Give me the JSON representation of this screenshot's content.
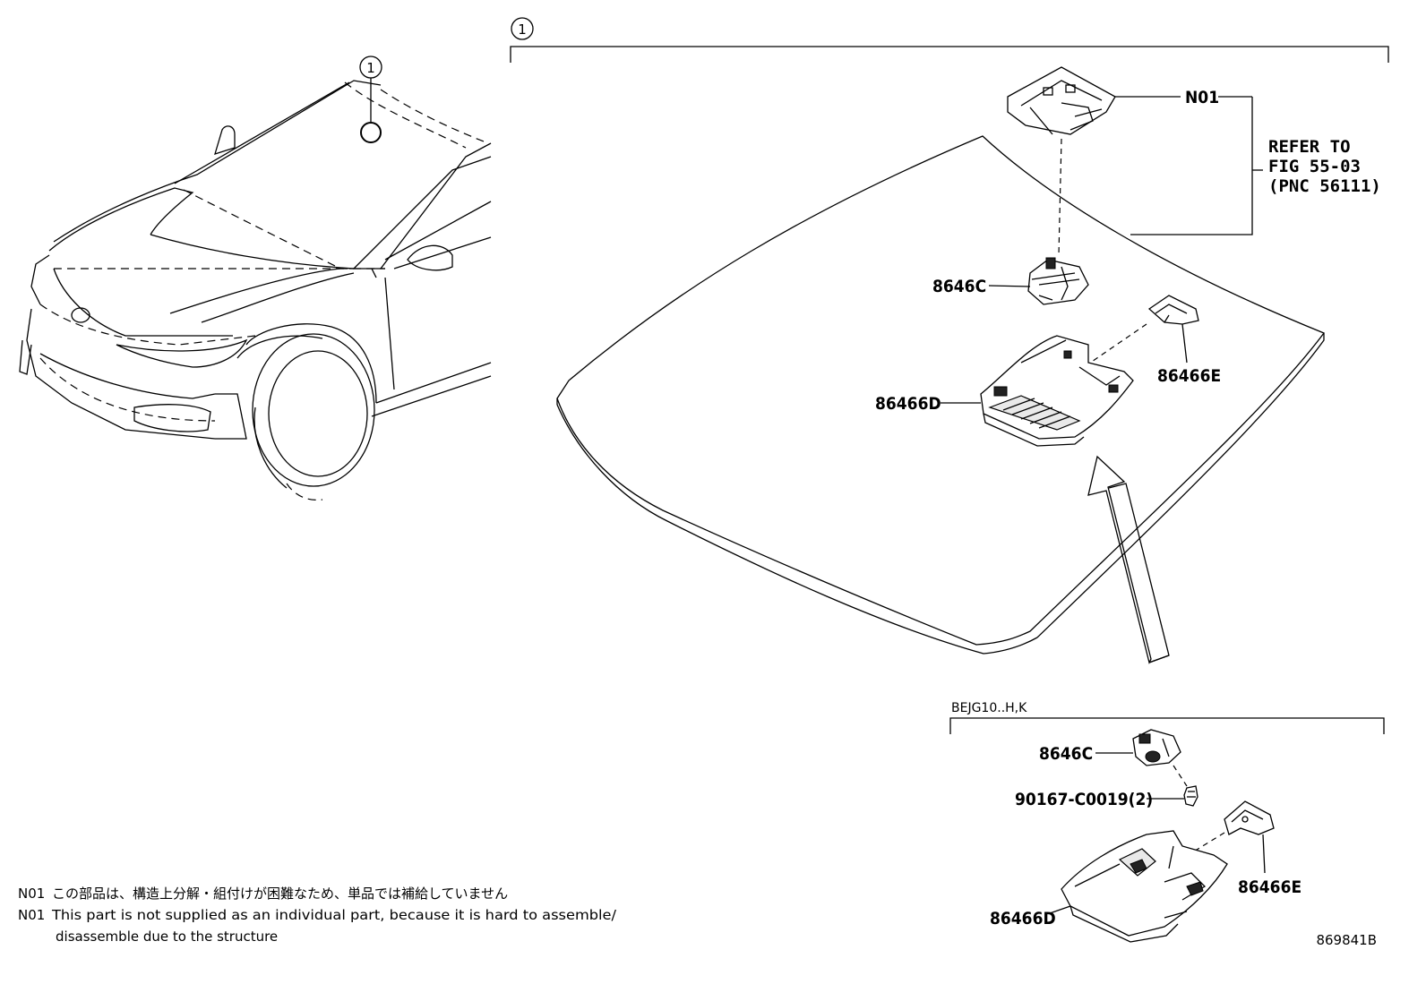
{
  "callout_number": "1",
  "labels": {
    "n01": "N01",
    "refer_line1": "REFER TO",
    "refer_line2": "FIG 55-03",
    "refer_line3": "(PNC 56111)",
    "sensor_top": "8646C",
    "bracket_top": "86466E",
    "cover_top": "86466D",
    "variant": "BEJG10..H,K",
    "sensor_bottom": "8646C",
    "screw_bottom": "90167-C0019(2)",
    "bracket_bottom": "86466E",
    "cover_bottom": "86466D"
  },
  "notes": {
    "jp_code": "N01",
    "jp_text": "この部品は、構造上分解・組付けが困難なため、単品では補給していません",
    "en_code": "N01",
    "en_text_line1": "This part is not supplied as an individual part, because it is hard to assemble/",
    "en_text_line2": "disassemble due to the structure"
  },
  "figure_id": "869841B"
}
